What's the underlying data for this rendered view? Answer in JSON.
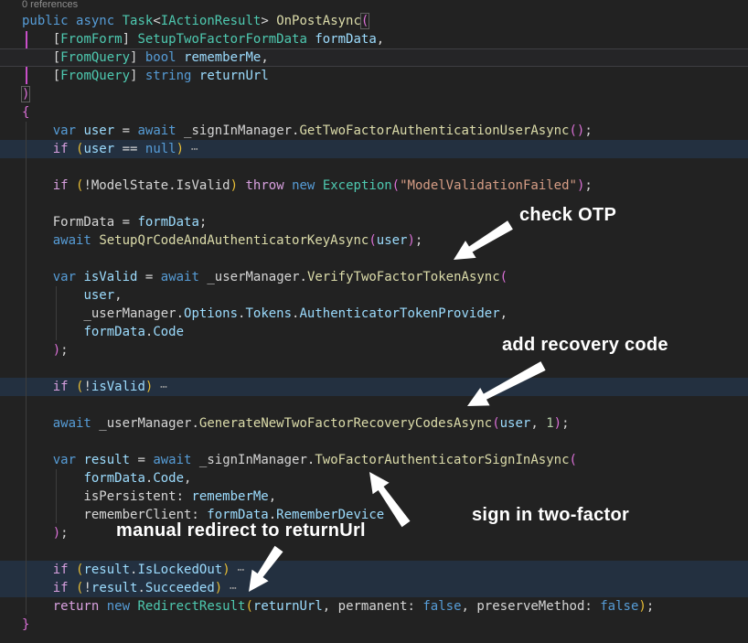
{
  "editor": {
    "codelens": "0 references",
    "fold_marker": " ⋯",
    "theme": {
      "background": "#222222",
      "selected_line_background": "#233040",
      "keyword": "#569cd6",
      "control_keyword": "#d8a0df",
      "type": "#4ec9b0",
      "method": "#dcdcaa",
      "identifier": "#9cdcfe",
      "plain": "#d6d6d6",
      "string": "#d69d85",
      "number": "#b5cea8",
      "bracket_gold": "#e8be35",
      "bracket_orchid": "#da70d6",
      "lightbulb": "#ffc83d"
    },
    "lines": [
      {
        "hl": false,
        "caret": false,
        "seg": [
          [
            "k",
            "public"
          ],
          [
            "w",
            " "
          ],
          [
            "k",
            "async"
          ],
          [
            "w",
            " "
          ],
          [
            "t",
            "Task"
          ],
          [
            "w",
            "<"
          ],
          [
            "t",
            "IActionResult"
          ],
          [
            "w",
            "> "
          ],
          [
            "m",
            "OnPostAsync"
          ],
          [
            "g2b",
            "("
          ]
        ]
      },
      {
        "hl": false,
        "caret": false,
        "seg": [
          [
            "w",
            "    ["
          ],
          [
            "t",
            "FromForm"
          ],
          [
            "w",
            "] "
          ],
          [
            "t",
            "SetupTwoFactorFormData"
          ],
          [
            "w",
            " "
          ],
          [
            "v",
            "formData"
          ],
          [
            "w",
            ","
          ]
        ]
      },
      {
        "hl": false,
        "caret": true,
        "seg": [
          [
            "w",
            "    ["
          ],
          [
            "t",
            "FromQuery"
          ],
          [
            "w",
            "] "
          ],
          [
            "k",
            "bool"
          ],
          [
            "w",
            " "
          ],
          [
            "v",
            "rememberMe"
          ],
          [
            "w",
            ","
          ]
        ]
      },
      {
        "hl": false,
        "caret": false,
        "seg": [
          [
            "w",
            "    ["
          ],
          [
            "t",
            "FromQuery"
          ],
          [
            "w",
            "] "
          ],
          [
            "k",
            "string"
          ],
          [
            "w",
            " "
          ],
          [
            "v",
            "returnUrl"
          ]
        ]
      },
      {
        "hl": false,
        "caret": false,
        "seg": [
          [
            "g2b",
            ")"
          ]
        ]
      },
      {
        "hl": false,
        "caret": false,
        "seg": [
          [
            "g2",
            "{"
          ]
        ]
      },
      {
        "hl": false,
        "caret": false,
        "seg": [
          [
            "w",
            "    "
          ],
          [
            "k",
            "var"
          ],
          [
            "w",
            " "
          ],
          [
            "v",
            "user"
          ],
          [
            "w",
            " = "
          ],
          [
            "k",
            "await"
          ],
          [
            "w",
            " _signInManager."
          ],
          [
            "m",
            "GetTwoFactorAuthenticationUserAsync"
          ],
          [
            "g2",
            "()"
          ],
          [
            "w",
            ";"
          ]
        ]
      },
      {
        "hl": true,
        "caret": false,
        "seg": [
          [
            "w",
            "    "
          ],
          [
            "c",
            "if"
          ],
          [
            "w",
            " "
          ],
          [
            "g1",
            "("
          ],
          [
            "v",
            "user"
          ],
          [
            "w",
            " == "
          ],
          [
            "k",
            "null"
          ],
          [
            "g1",
            ")"
          ],
          [
            "f",
            " ⋯"
          ]
        ]
      },
      {
        "hl": false,
        "caret": false,
        "seg": []
      },
      {
        "hl": false,
        "caret": false,
        "seg": [
          [
            "w",
            "    "
          ],
          [
            "c",
            "if"
          ],
          [
            "w",
            " "
          ],
          [
            "g1",
            "("
          ],
          [
            "w",
            "!ModelState.IsValid"
          ],
          [
            "g1",
            ")"
          ],
          [
            "w",
            " "
          ],
          [
            "c",
            "throw"
          ],
          [
            "w",
            " "
          ],
          [
            "k",
            "new"
          ],
          [
            "w",
            " "
          ],
          [
            "t",
            "Exception"
          ],
          [
            "g2",
            "("
          ],
          [
            "s",
            "\"ModelValidationFailed\""
          ],
          [
            "g2",
            ")"
          ],
          [
            "w",
            ";"
          ]
        ]
      },
      {
        "hl": false,
        "caret": false,
        "seg": []
      },
      {
        "hl": false,
        "caret": false,
        "seg": [
          [
            "w",
            "    FormData = "
          ],
          [
            "v",
            "formData"
          ],
          [
            "w",
            ";"
          ]
        ]
      },
      {
        "hl": false,
        "caret": false,
        "seg": [
          [
            "w",
            "    "
          ],
          [
            "k",
            "await"
          ],
          [
            "w",
            " "
          ],
          [
            "m",
            "SetupQrCodeAndAuthenticatorKeyAsync"
          ],
          [
            "g2",
            "("
          ],
          [
            "v",
            "user"
          ],
          [
            "g2",
            ")"
          ],
          [
            "w",
            ";"
          ]
        ]
      },
      {
        "hl": false,
        "caret": false,
        "seg": []
      },
      {
        "hl": false,
        "caret": false,
        "seg": [
          [
            "w",
            "    "
          ],
          [
            "k",
            "var"
          ],
          [
            "w",
            " "
          ],
          [
            "v",
            "isValid"
          ],
          [
            "w",
            " = "
          ],
          [
            "k",
            "await"
          ],
          [
            "w",
            " _userManager."
          ],
          [
            "m",
            "VerifyTwoFactorTokenAsync"
          ],
          [
            "g2",
            "("
          ]
        ]
      },
      {
        "hl": false,
        "caret": false,
        "seg": [
          [
            "w",
            "        "
          ],
          [
            "v",
            "user"
          ],
          [
            "w",
            ","
          ]
        ]
      },
      {
        "hl": false,
        "caret": false,
        "seg": [
          [
            "w",
            "        _userManager."
          ],
          [
            "v",
            "Options"
          ],
          [
            "w",
            "."
          ],
          [
            "v",
            "Tokens"
          ],
          [
            "w",
            "."
          ],
          [
            "v",
            "AuthenticatorTokenProvider"
          ],
          [
            "w",
            ","
          ]
        ]
      },
      {
        "hl": false,
        "caret": false,
        "seg": [
          [
            "w",
            "        "
          ],
          [
            "v",
            "formData"
          ],
          [
            "w",
            "."
          ],
          [
            "v",
            "Code"
          ]
        ]
      },
      {
        "hl": false,
        "caret": false,
        "seg": [
          [
            "w",
            "    "
          ],
          [
            "g2",
            ")"
          ],
          [
            "w",
            ";"
          ]
        ]
      },
      {
        "hl": false,
        "caret": false,
        "seg": []
      },
      {
        "hl": true,
        "caret": false,
        "seg": [
          [
            "w",
            "    "
          ],
          [
            "c",
            "if"
          ],
          [
            "w",
            " "
          ],
          [
            "g1",
            "("
          ],
          [
            "w",
            "!"
          ],
          [
            "v",
            "isValid"
          ],
          [
            "g1",
            ")"
          ],
          [
            "f",
            " ⋯"
          ]
        ]
      },
      {
        "hl": false,
        "caret": false,
        "seg": []
      },
      {
        "hl": false,
        "caret": false,
        "seg": [
          [
            "w",
            "    "
          ],
          [
            "k",
            "await"
          ],
          [
            "w",
            " _userManager."
          ],
          [
            "m",
            "GenerateNewTwoFactorRecoveryCodesAsync"
          ],
          [
            "g2",
            "("
          ],
          [
            "v",
            "user"
          ],
          [
            "w",
            ", "
          ],
          [
            "n",
            "1"
          ],
          [
            "g2",
            ")"
          ],
          [
            "w",
            ";"
          ]
        ]
      },
      {
        "hl": false,
        "caret": false,
        "seg": []
      },
      {
        "hl": false,
        "caret": false,
        "seg": [
          [
            "w",
            "    "
          ],
          [
            "k",
            "var"
          ],
          [
            "w",
            " "
          ],
          [
            "v",
            "result"
          ],
          [
            "w",
            " = "
          ],
          [
            "k",
            "await"
          ],
          [
            "w",
            " _signInManager."
          ],
          [
            "m",
            "TwoFactorAuthenticatorSignInAsync"
          ],
          [
            "g2",
            "("
          ]
        ]
      },
      {
        "hl": false,
        "caret": false,
        "seg": [
          [
            "w",
            "        "
          ],
          [
            "v",
            "formData"
          ],
          [
            "w",
            "."
          ],
          [
            "v",
            "Code"
          ],
          [
            "w",
            ","
          ]
        ]
      },
      {
        "hl": false,
        "caret": false,
        "seg": [
          [
            "w",
            "        isPersistent: "
          ],
          [
            "v",
            "rememberMe"
          ],
          [
            "w",
            ","
          ]
        ]
      },
      {
        "hl": false,
        "caret": false,
        "seg": [
          [
            "w",
            "        rememberClient: "
          ],
          [
            "v",
            "formData"
          ],
          [
            "w",
            "."
          ],
          [
            "v",
            "RememberDevice"
          ]
        ]
      },
      {
        "hl": false,
        "caret": false,
        "seg": [
          [
            "w",
            "    "
          ],
          [
            "g2",
            ")"
          ],
          [
            "w",
            ";"
          ]
        ]
      },
      {
        "hl": false,
        "caret": false,
        "seg": []
      },
      {
        "hl": true,
        "caret": false,
        "seg": [
          [
            "w",
            "    "
          ],
          [
            "c",
            "if"
          ],
          [
            "w",
            " "
          ],
          [
            "g1",
            "("
          ],
          [
            "v",
            "result"
          ],
          [
            "w",
            "."
          ],
          [
            "v",
            "IsLockedOut"
          ],
          [
            "g1",
            ")"
          ],
          [
            "f",
            " ⋯"
          ]
        ]
      },
      {
        "hl": true,
        "caret": false,
        "seg": [
          [
            "w",
            "    "
          ],
          [
            "c",
            "if"
          ],
          [
            "w",
            " "
          ],
          [
            "g1",
            "("
          ],
          [
            "w",
            "!"
          ],
          [
            "v",
            "result"
          ],
          [
            "w",
            "."
          ],
          [
            "v",
            "Succeeded"
          ],
          [
            "g1",
            ")"
          ],
          [
            "f",
            " ⋯"
          ]
        ]
      },
      {
        "hl": false,
        "caret": false,
        "seg": [
          [
            "w",
            "    "
          ],
          [
            "c",
            "return"
          ],
          [
            "w",
            " "
          ],
          [
            "k",
            "new"
          ],
          [
            "w",
            " "
          ],
          [
            "t",
            "RedirectResult"
          ],
          [
            "g1",
            "("
          ],
          [
            "v",
            "returnUrl"
          ],
          [
            "w",
            ", permanent: "
          ],
          [
            "k",
            "false"
          ],
          [
            "w",
            ", preserveMethod: "
          ],
          [
            "k",
            "false"
          ],
          [
            "g1",
            ")"
          ],
          [
            "w",
            ";"
          ]
        ]
      },
      {
        "hl": false,
        "caret": false,
        "seg": [
          [
            "g2",
            "}"
          ]
        ]
      }
    ]
  },
  "annotations": [
    {
      "text": "check OTP"
    },
    {
      "text": "add recovery code"
    },
    {
      "text": "sign in two-factor"
    },
    {
      "text": "manual redirect to returnUrl"
    }
  ]
}
